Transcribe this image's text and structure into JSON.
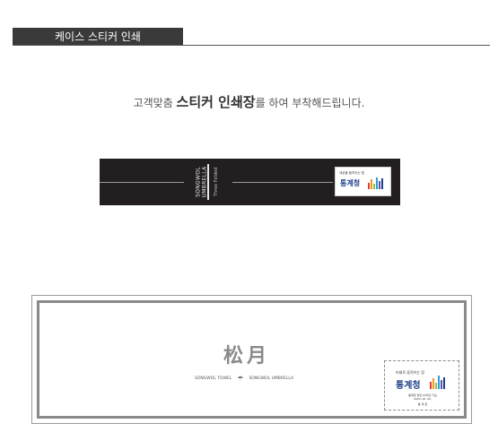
{
  "section": {
    "title": "케이스 스티커 인쇄"
  },
  "headline": {
    "before": "고객맞춤 ",
    "emphasis": "스티커 인쇄장",
    "after": "를 하여 부착해드립니다."
  },
  "sticker_strip": {
    "brand_line1": "SONGWOL",
    "brand_line2": "UMBRELLA",
    "type_text": "Three Folded",
    "label_tagline": "세상을 움직이는 힘",
    "label_name": "통계청"
  },
  "case_sticker": {
    "logo_text": "松月",
    "tagline_left": "SONGWOL TOWEL",
    "tagline_right": "SONGWOL UMBRELLA",
    "label_tagline": "미래로 움직이는 힘",
    "label_name": "통계청",
    "label_fine1": "통계청 창립 00주년 기념",
    "label_fine2": "2020. 00. 00.",
    "label_fine3": "통 계 청"
  },
  "colors": {
    "tab_bg": "#3a3a3a",
    "strip_bg": "#231f20",
    "brand_blue": "#1c3f8c",
    "bar_colors": [
      "#e63a2e",
      "#f29a1f",
      "#8dc63f",
      "#2a9fd8",
      "#6b4aa0",
      "#1c3f8c"
    ]
  }
}
